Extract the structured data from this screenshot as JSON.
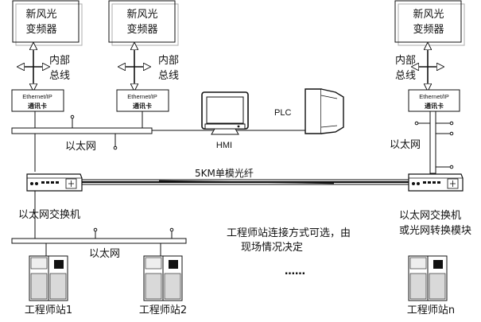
{
  "inverters": [
    {
      "line1": "新风光",
      "line2": "变频器"
    },
    {
      "line1": "新风光",
      "line2": "变频器"
    },
    {
      "line1": "新风光",
      "line2": "变频器"
    }
  ],
  "bus_labels": [
    {
      "line1": "内部",
      "line2": "总线"
    },
    {
      "line1": "内部",
      "line2": "总线"
    },
    {
      "line1": "内部",
      "line2": "总线"
    }
  ],
  "comm_cards": [
    {
      "line1": "Ethernet/IP",
      "line2": "通讯卡"
    },
    {
      "line1": "Ethernet/IP",
      "line2": "通讯卡"
    },
    {
      "line1": "Ethernet/IP",
      "line2": "通讯卡"
    }
  ],
  "plc_label": "PLC",
  "hmi_label": "HMI",
  "ethernet_top_label": "以太网",
  "ethernet_right_label": "以太网",
  "ethernet_bottom_label": "以太网",
  "fiber_label": "5KM单模光纤",
  "switch_left_label": "以太网交换机",
  "switch_right_label": {
    "line1": "以太网交换机",
    "line2": "或光网转换模块"
  },
  "note": {
    "line1": "工程师站连接方式可选，由",
    "line2": "现场情况决定"
  },
  "ellipsis": "……",
  "stations": [
    "工程师站1",
    "工程师站2",
    "工程师站n"
  ],
  "colors": {
    "stroke": "#111111",
    "fill": "#ffffff",
    "shade": "#d9d9d9",
    "dark": "#222222"
  }
}
